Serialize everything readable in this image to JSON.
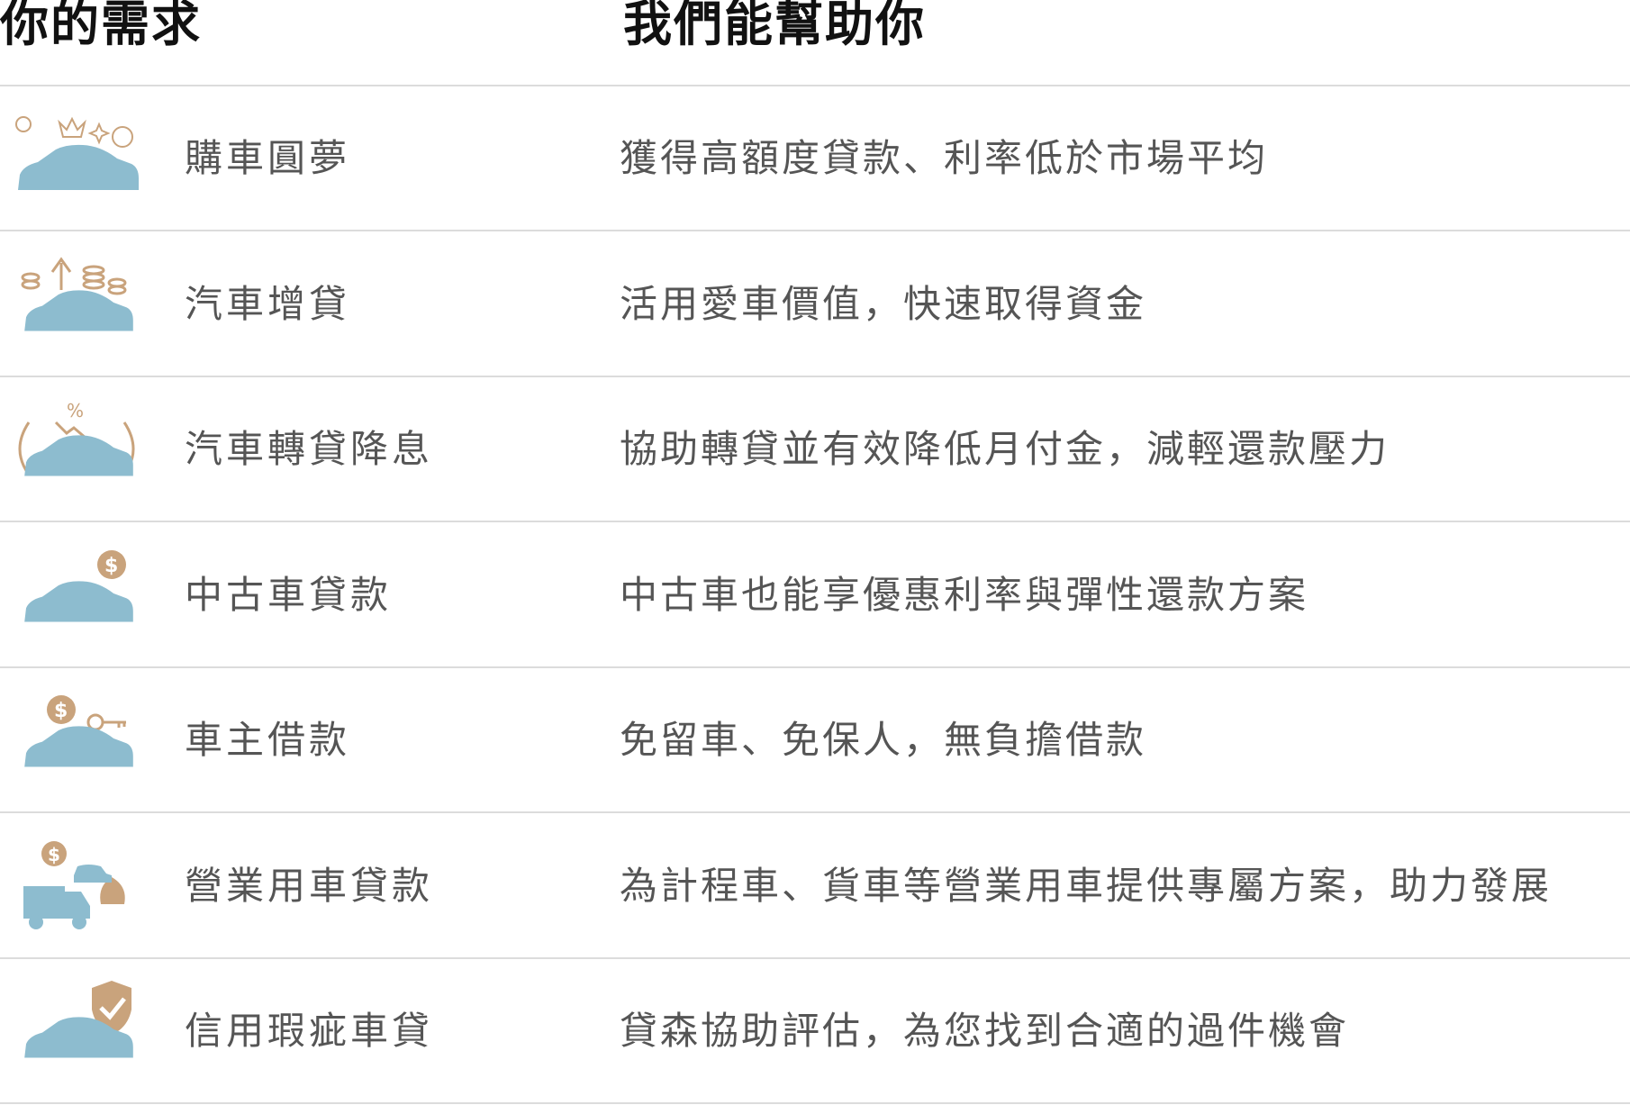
{
  "header": {
    "need_title": "你的需求",
    "help_title": "我們能幫助你"
  },
  "colors": {
    "car": "#8dbccf",
    "accent": "#c9a37c",
    "text": "#555555",
    "divider": "#dcdcdc"
  },
  "rows": [
    {
      "icon": "dream-car-icon",
      "need": "購車圓夢",
      "help": "獲得高額度貸款、利率低於市場平均"
    },
    {
      "icon": "car-coins-up-icon",
      "need": "汽車增貸",
      "help": "活用愛車價值，快速取得資金"
    },
    {
      "icon": "car-refinance-icon",
      "need": "汽車轉貸降息",
      "help": "協助轉貸並有效降低月付金，減輕還款壓力"
    },
    {
      "icon": "used-car-dollar-icon",
      "need": "中古車貸款",
      "help": "中古車也能享優惠利率與彈性還款方案"
    },
    {
      "icon": "car-key-dollar-icon",
      "need": "車主借款",
      "help": "免留車、免保人，無負擔借款"
    },
    {
      "icon": "commercial-vehicle-icon",
      "need": "營業用車貸款",
      "help": "為計程車、貨車等營業用車提供專屬方案，助力發展"
    },
    {
      "icon": "credit-shield-car-icon",
      "need": "信用瑕疵車貸",
      "help": "貸森協助評估，為您找到合適的過件機會"
    }
  ]
}
